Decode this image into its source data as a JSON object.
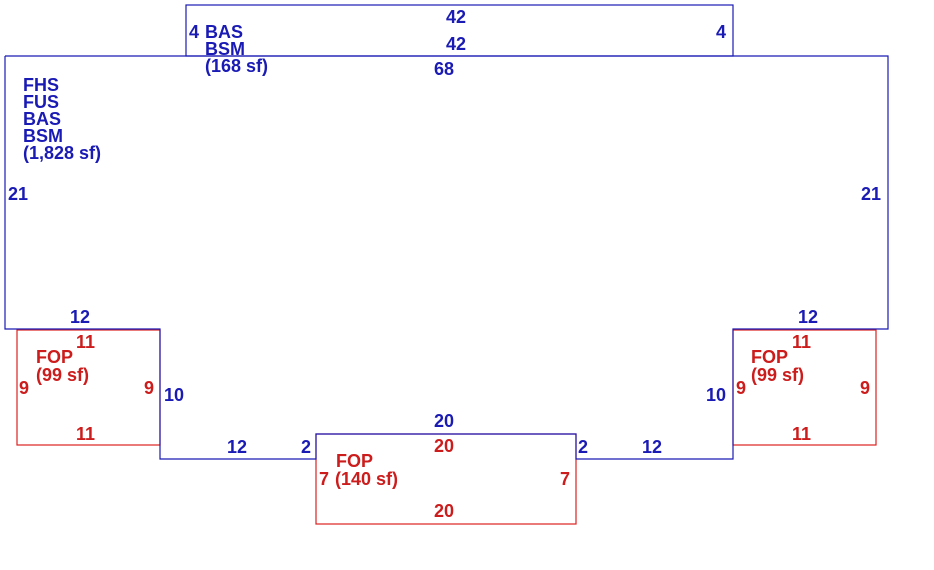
{
  "colors": {
    "main": "#1a1ab4",
    "porch": "#dd2222"
  },
  "upper_area": {
    "codes": [
      "BAS",
      "BSM"
    ],
    "area": "(168 sf)",
    "dims": {
      "top": "42",
      "inner": "42",
      "left": "4",
      "right": "4"
    }
  },
  "main_area": {
    "codes": [
      "FHS",
      "FUS",
      "BAS",
      "BSM"
    ],
    "area": "(1,828 sf)",
    "dims": {
      "top": "68",
      "left": "21",
      "right": "21",
      "left_bottom": "12",
      "right_bottom": "12",
      "left_step": "10",
      "right_step": "10",
      "left_lower": "12",
      "right_lower": "12",
      "left_jog": "2",
      "right_jog": "2",
      "front_top": "20"
    }
  },
  "porch_left": {
    "code": "FOP",
    "area": "(99 sf)",
    "dims": {
      "top": "11",
      "bottom": "11",
      "left": "9",
      "right": "9"
    }
  },
  "porch_right": {
    "code": "FOP",
    "area": "(99 sf)",
    "dims": {
      "top": "11",
      "bottom": "11",
      "left": "9",
      "right": "9"
    }
  },
  "porch_front": {
    "code": "FOP",
    "area": "(140 sf)",
    "dims": {
      "top": "20",
      "bottom": "20",
      "left": "7",
      "right": "7"
    }
  }
}
